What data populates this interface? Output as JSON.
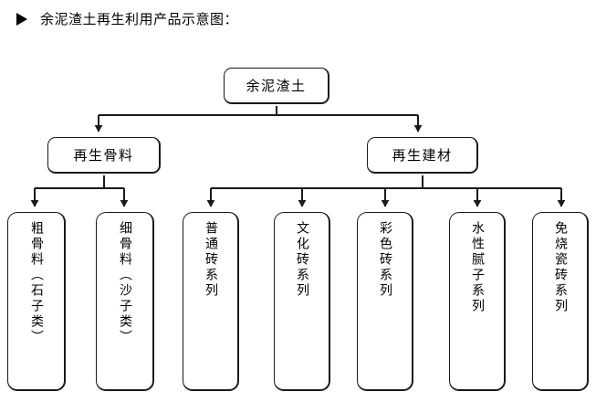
{
  "caption": {
    "bullet_icon": "triangle-right-icon",
    "text": "余泥渣土再生利用产品示意图："
  },
  "diagram": {
    "type": "tree",
    "root": {
      "label": "余泥渣土",
      "orientation": "horizontal"
    },
    "branches": [
      {
        "id": "aggregate",
        "label": "再生骨料",
        "orientation": "horizontal"
      },
      {
        "id": "material",
        "label": "再生建材",
        "orientation": "horizontal"
      }
    ],
    "leaves": [
      {
        "id": "coarse",
        "parent": "aggregate",
        "label": "粗骨料（石子类）",
        "orientation": "vertical"
      },
      {
        "id": "fine",
        "parent": "aggregate",
        "label": "细骨料（沙子类）",
        "orientation": "vertical"
      },
      {
        "id": "common",
        "parent": "material",
        "label": "普通砖系列",
        "orientation": "vertical"
      },
      {
        "id": "culture",
        "parent": "material",
        "label": "文化砖系列",
        "orientation": "vertical"
      },
      {
        "id": "color",
        "parent": "material",
        "label": "彩色砖系列",
        "orientation": "vertical"
      },
      {
        "id": "putty",
        "parent": "material",
        "label": "水性腻子系列",
        "orientation": "vertical"
      },
      {
        "id": "tile",
        "parent": "material",
        "label": "免烧瓷砖系列",
        "orientation": "vertical"
      }
    ],
    "colors": {
      "line": "#1a1a1a",
      "box_border": "#1a1a1a",
      "box_fill": "#ffffff",
      "text": "#000000",
      "background": "#ffffff"
    }
  }
}
